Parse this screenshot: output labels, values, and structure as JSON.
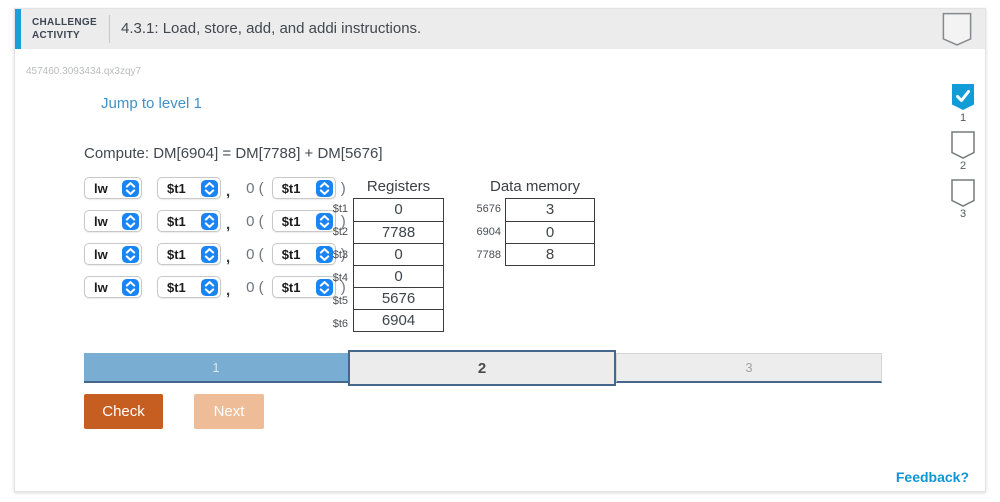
{
  "header": {
    "badge_line1": "CHALLENGE",
    "badge_line2": "ACTIVITY",
    "title": "4.3.1: Load, store, add, and addi instructions."
  },
  "activity_id": "457460.3093434.qx3zqy7",
  "jump_link": "Jump to level 1",
  "prompt": "Compute: DM[6904] = DM[7788] + DM[5676]",
  "instruction_rows": [
    {
      "op": "lw",
      "rt": "$t1",
      "comma": ",",
      "offset_open": "0 (",
      "base": "$t1",
      "close": ")"
    },
    {
      "op": "lw",
      "rt": "$t1",
      "comma": ",",
      "offset_open": "0 (",
      "base": "$t1",
      "close": ")"
    },
    {
      "op": "lw",
      "rt": "$t1",
      "comma": ",",
      "offset_open": "0 (",
      "base": "$t1",
      "close": ")"
    },
    {
      "op": "lw",
      "rt": "$t1",
      "comma": ",",
      "offset_open": "0 (",
      "base": "$t1",
      "close": ")"
    }
  ],
  "registers": {
    "title": "Registers",
    "rows": [
      {
        "label": "$t1",
        "value": "0"
      },
      {
        "label": "$t2",
        "value": "7788"
      },
      {
        "label": "$t3",
        "value": "0"
      },
      {
        "label": "$t4",
        "value": "0"
      },
      {
        "label": "$t5",
        "value": "5676"
      },
      {
        "label": "$t6",
        "value": "6904"
      }
    ]
  },
  "data_memory": {
    "title": "Data memory",
    "rows": [
      {
        "label": "5676",
        "value": "3"
      },
      {
        "label": "6904",
        "value": "0"
      },
      {
        "label": "7788",
        "value": "8"
      }
    ]
  },
  "progress": {
    "segments": [
      {
        "label": "1",
        "state": "done"
      },
      {
        "label": "2",
        "state": "current"
      },
      {
        "label": "3",
        "state": "upcoming"
      }
    ]
  },
  "buttons": {
    "check": "Check",
    "next": "Next"
  },
  "levels": [
    {
      "label": "1",
      "completed": true
    },
    {
      "label": "2",
      "completed": false
    },
    {
      "label": "3",
      "completed": false
    }
  ],
  "feedback_link": "Feedback?",
  "icons": {
    "top_right": "shield-outline",
    "level_complete": "shield-check",
    "select_control": "up-down-chevrons"
  },
  "colors": {
    "accent_blue": "#1b9ed9",
    "badge_check_blue": "#119bd7",
    "link_blue": "#4191c5",
    "feedback_blue": "#0c96d6",
    "select_chevron_blue": "#1984f4",
    "progress_done_blue": "#79add1",
    "progress_border_blue": "#45678c",
    "check_orange": "#c65d21",
    "next_disabled_orange": "#eebd97",
    "header_gray": "#ececec"
  }
}
